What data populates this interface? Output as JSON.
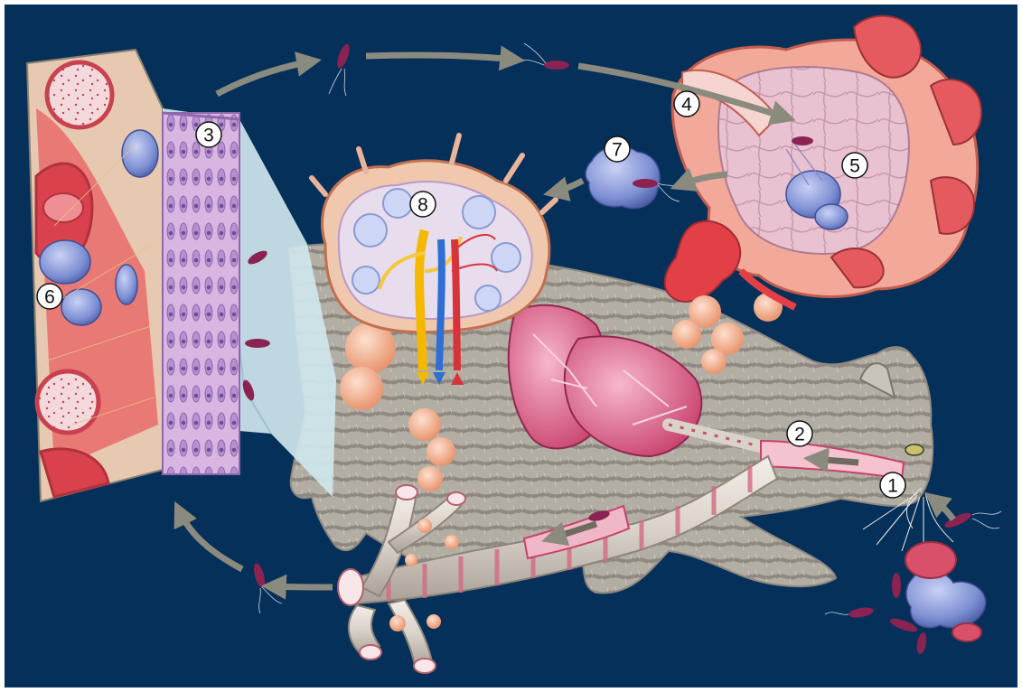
{
  "colors": {
    "background": "#05305a",
    "frame": "#ffffff",
    "flow_arrow": "#8a8a7e",
    "tissue_red": "#d94a52",
    "tissue_pink": "#e9a0b6",
    "epithelium_violet": "#c9a6d8",
    "cell_blue": "#7d8fd3",
    "cat_fur": "#a8a39a",
    "lymph_orange": "#f3b18e",
    "bacterium": "#8a2352",
    "marker_fill": "#ffffff",
    "marker_stroke": "#111111"
  },
  "markers": [
    {
      "id": "1",
      "label": "1"
    },
    {
      "id": "2",
      "label": "2"
    },
    {
      "id": "3",
      "label": "3"
    },
    {
      "id": "4",
      "label": "4"
    },
    {
      "id": "5",
      "label": "5"
    },
    {
      "id": "6",
      "label": "6"
    },
    {
      "id": "7",
      "label": "7"
    },
    {
      "id": "8",
      "label": "8"
    }
  ],
  "icons": [
    "cat-body-illustration",
    "alveolus-cutaway-icon",
    "lymph-node-cutaway-icon",
    "respiratory-epithelium-block-icon",
    "blood-vessel-cross-section-icon",
    "bronchial-tree-icon",
    "lung-icon",
    "macrophage-cell-icon",
    "bacterium-icon",
    "flow-arrow-icon"
  ]
}
